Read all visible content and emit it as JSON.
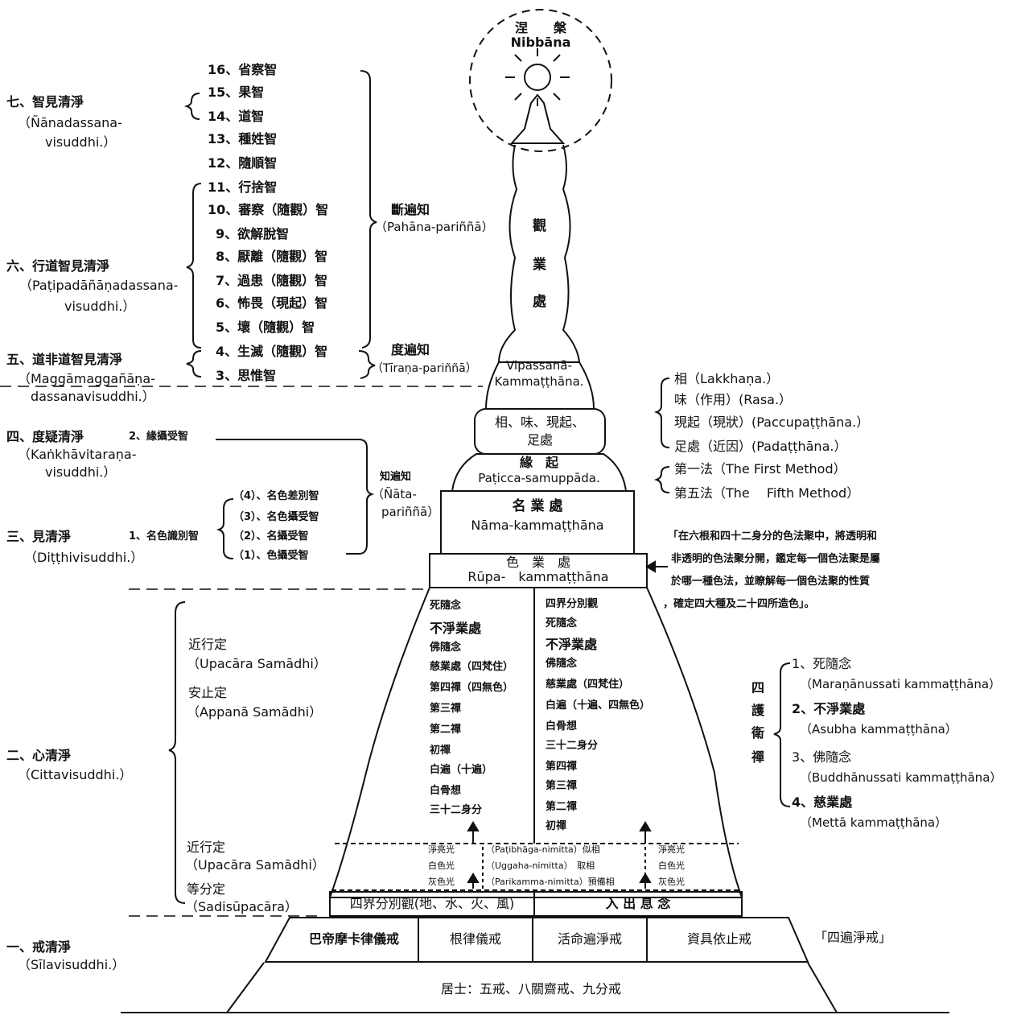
{
  "nibbana": {
    "zh": "涅　　槃",
    "pali": "Nibbāna"
  },
  "tower": {
    "vipassana_zh": [
      "觀",
      "業",
      "處"
    ],
    "vipassana_pali": [
      "Vipassanā-",
      "Kammaṭṭhāna."
    ],
    "tier_lakkhana": [
      "相、味、現起、",
      "足處"
    ],
    "tier_paticca_zh": "緣　起",
    "tier_paticca_pali": "Paṭicca-samuppāda.",
    "tier_nama_zh": "名 業 處",
    "tier_nama_pali": "Nāma-kammaṭṭhāna",
    "tier_rupa_zh": "色　業　處",
    "tier_rupa_pali": "Rūpa-　kammaṭṭhāna",
    "samatha_left": [
      "死隨念",
      "不淨業處",
      "佛隨念",
      "慈業處（四梵住）",
      "第四禪（四無色）",
      "第三禪",
      "第二禪",
      "初禪",
      "白遍（十遍）",
      "白骨想",
      "三十二身分"
    ],
    "samatha_right": [
      "四界分別觀",
      "死隨念",
      "不淨業處",
      "佛隨念",
      "慈業處（四梵住）",
      "白遍（十遍、四無色）",
      "白骨想",
      "三十二身分",
      "第四禪",
      "第三禪",
      "第二禪",
      "初禪"
    ],
    "nimitta_left": [
      "淨亮光",
      "白色光",
      "灰色光"
    ],
    "nimitta_mid": [
      "（Paṭibhāga-nimitta）似相",
      "（Uggaha-nimitta）　取相",
      "（Parikamma-nimitta）預備相"
    ],
    "nimitta_right": [
      "淨亮光",
      "白色光",
      "灰色光"
    ],
    "base_left": "四界分別觀(地、水、火、風)",
    "base_right": "入 出 息 念",
    "sila": [
      "巴帝摩卡律儀戒",
      "根律儀戒",
      "活命遍淨戒",
      "資具依止戒"
    ],
    "laity": "居士：五戒、八關齋戒、九分戒"
  },
  "stages": {
    "s7": [
      "七、智見清淨",
      "（Ñānadassana-",
      "visuddhi.）"
    ],
    "s6": [
      "六、行道智見清淨",
      "（Paṭipadāñāṇadassana-",
      "visuddhi.）"
    ],
    "s5": [
      "五、道非道智見清淨",
      "（Maggāmaggañāṇa-",
      "dassanavisuddhi.）"
    ],
    "s4": [
      "四、度疑清淨",
      "（Kaṅkhāvitaraṇa-",
      "visuddhi.）"
    ],
    "s3": [
      "三、見清淨",
      "（Diṭṭhivisuddhi.）"
    ],
    "s2": [
      "二、心清淨",
      "（Cittavisuddhi.）"
    ],
    "s1": [
      "一、戒清淨",
      "（Sīlavisuddhi.）"
    ]
  },
  "knowledges": [
    "16、省察智",
    "15、果智",
    "14、道智",
    "13、種姓智",
    "12、隨順智",
    "11、行捨智",
    "10、審察（隨觀）智",
    "9、欲解脫智",
    "8、厭離（隨觀）智",
    "7、過患（隨觀）智",
    "6、怖畏（現起）智",
    "5、壞（隨觀）智",
    "4、生滅（隨觀）智",
    "3、思惟智"
  ],
  "parinna": {
    "pahana": [
      "斷遍知",
      "（Pahāna-pariññā）"
    ],
    "tirana": [
      "度遍知",
      "（Tīraṇa-pariññā）"
    ],
    "nata": [
      "知遍知",
      "（Ñāta-",
      "pariññā）"
    ]
  },
  "s4_item": "2、緣攝受智",
  "s3_item": "1、名色識別智",
  "s3_sub": [
    "（4）、名色差別智",
    "（3）、名色攝受智",
    "（2）、名攝受智",
    "（1）、色攝受智"
  ],
  "samadhi": [
    "近行定",
    "（Upacāra Samādhi）",
    "安止定",
    "（Appanā Samādhi）"
  ],
  "samadhi_low": [
    "近行定",
    "（Upacāra Samādhi）",
    "等分定",
    "（Sadisūpacāra）"
  ],
  "right_chars": [
    "相（Lakkhaṇa.）",
    "味（作用）(Rasa.）",
    "現起（現狀）(Paccupaṭṭhāna.）",
    "足處（近因）(Padaṭṭhāna.）"
  ],
  "right_methods": [
    "第一法（The First Method）",
    "第五法（The　 Fifth Method）"
  ],
  "rupa_note": [
    "「在六根和四十二身分的色法聚中，將透明和",
    "非透明的色法聚分開，鑑定每一個色法聚是屬",
    "於哪一種色法，並瞭解每一個色法聚的性質",
    "，確定四大種及二十四所造色」。"
  ],
  "protective": {
    "title": [
      "四",
      "護",
      "衛",
      "禪"
    ],
    "items": [
      "1、死隨念",
      "（Maraṇānussati kammaṭṭhāna）",
      "2、不淨業處",
      "（Asubha kammaṭṭhāna）",
      "3、佛隨念",
      "（Buddhānussati kammaṭṭhāna）",
      "4、慈業處",
      "（Mettā kammaṭṭhāna）"
    ]
  },
  "four_purities": "「四遍淨戒」"
}
